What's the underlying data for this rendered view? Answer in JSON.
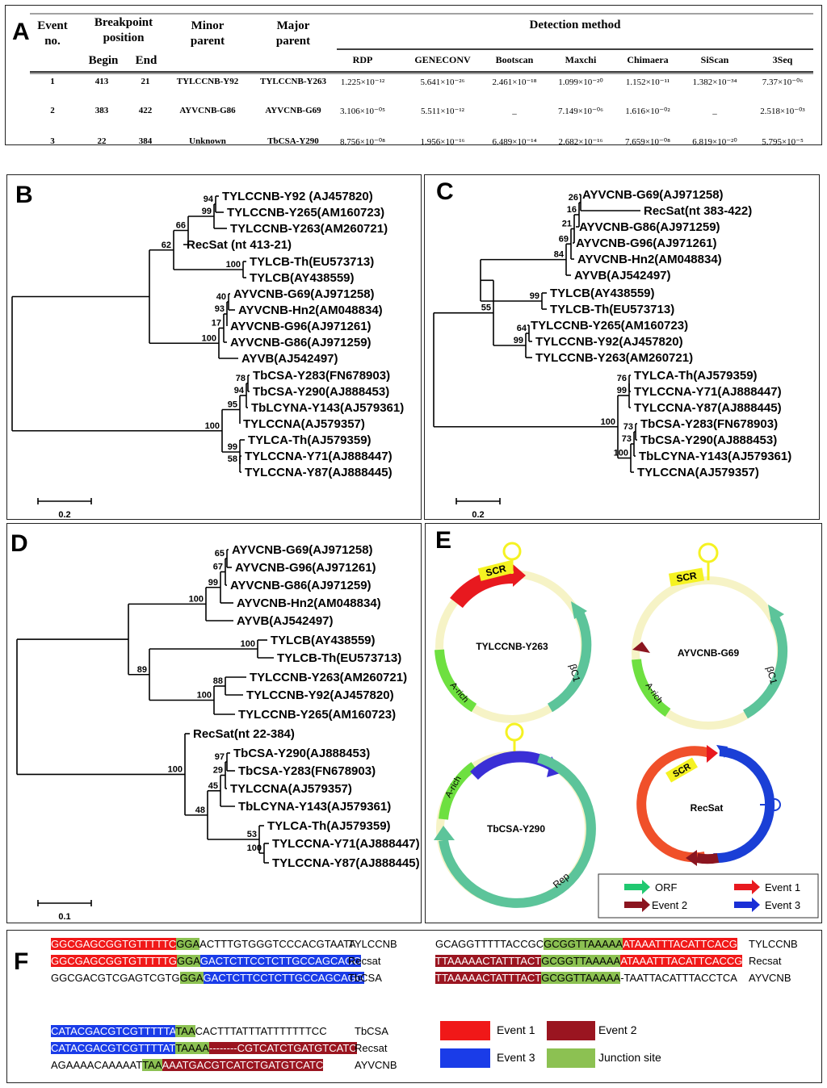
{
  "panels": {
    "a": "A",
    "b": "B",
    "c": "C",
    "d": "D",
    "e": "E",
    "f": "F"
  },
  "table": {
    "h_event": "Event",
    "h_no": "no.",
    "h_bp": "Breakpoint",
    "h_pos": "position",
    "h_begin": "Begin",
    "h_end": "End",
    "h_minor": "Minor",
    "h_major": "Major",
    "h_parent": "parent",
    "h_detect": "Detection method",
    "methods": [
      "RDP",
      "GENECONV",
      "Bootscan",
      "Maxchi",
      "Chimaera",
      "SiScan",
      "3Seq"
    ],
    "rows": [
      [
        "1",
        "413",
        "21",
        "TYLCCNB-Y92",
        "TYLCCNB-Y263",
        "1.225×10⁻¹²",
        "5.641×10⁻²⁶",
        "2.461×10⁻¹⁸",
        "1.099×10⁻²⁰",
        "1.152×10⁻¹¹",
        "1.382×10⁻³⁴",
        "7.37×10⁻⁰⁶"
      ],
      [
        "2",
        "383",
        "422",
        "AYVCNB-G86",
        "AYVCNB-G69",
        "3.106×10⁻⁰⁵",
        "5.511×10⁻¹²",
        "_",
        "7.149×10⁻⁰⁶",
        "1.616×10⁻⁰²",
        "_",
        "2.518×10⁻⁰³"
      ],
      [
        "3",
        "22",
        "384",
        "Unknown",
        "TbCSA-Y290",
        "8.756×10⁻⁰⁸",
        "1.956×10⁻¹⁶",
        "6.489×10⁻¹⁴",
        "2.682×10⁻¹⁶",
        "7.659×10⁻⁰⁸",
        "6.819×10⁻²⁰",
        "5.795×10⁻⁵"
      ]
    ]
  },
  "tree_b": {
    "leaves": [
      "TYLCCNB-Y92 (AJ457820)",
      "TYLCCNB-Y265(AM160723)",
      "TYLCCNB-Y263(AM260721)",
      "RecSat (nt 413-21)",
      "TYLCB-Th(EU573713)",
      "TYLCB(AY438559)",
      "AYVCNB-G69(AJ971258)",
      "AYVCNB-Hn2(AM048834)",
      "AYVCNB-G96(AJ971261)",
      "AYVCNB-G86(AJ971259)",
      "AYVB(AJ542497)",
      "TbCSA-Y283(FN678903)",
      "TbCSA-Y290(AJ888453)",
      "TbLCYNA-Y143(AJ579361)",
      "TYLCCNA(AJ579357)",
      "TYLCA-Th(AJ579359)",
      "TYLCCNA-Y71(AJ888447)",
      "TYLCCNA-Y87(AJ888445)"
    ],
    "support": [
      "94",
      "99",
      "66",
      "62",
      "100",
      "40",
      "93",
      "17",
      "100",
      "78",
      "94",
      "95",
      "100",
      "58",
      "99"
    ],
    "scale": "0.2"
  },
  "tree_c": {
    "leaves": [
      "AYVCNB-G69(AJ971258)",
      "RecSat(nt 383-422)",
      "AYVCNB-G86(AJ971259)",
      "AYVCNB-G96(AJ971261)",
      "AYVCNB-Hn2(AM048834)",
      "AYVB(AJ542497)",
      "TYLCB(AY438559)",
      "TYLCB-Th(EU573713)",
      "TYLCCNB-Y265(AM160723)",
      "TYLCCNB-Y92(AJ457820)",
      "TYLCCNB-Y263(AM260721)",
      "TYLCA-Th(AJ579359)",
      "TYLCCNA-Y71(AJ888447)",
      "TYLCCNA-Y87(AJ888445)",
      "TbCSA-Y283(FN678903)",
      "TbCSA-Y290(AJ888453)",
      "TbLCYNA-Y143(AJ579361)",
      "TYLCCNA(AJ579357)"
    ],
    "support": [
      "26",
      "16",
      "21",
      "69",
      "84",
      "55",
      "99",
      "64",
      "99",
      "76",
      "99",
      "100",
      "73",
      "73",
      "100"
    ],
    "scale": "0.2"
  },
  "tree_d": {
    "leaves": [
      "AYVCNB-G69(AJ971258)",
      "AYVCNB-G96(AJ971261)",
      "AYVCNB-G86(AJ971259)",
      "AYVCNB-Hn2(AM048834)",
      "AYVB(AJ542497)",
      "TYLCB(AY438559)",
      "TYLCB-Th(EU573713)",
      "TYLCCNB-Y263(AM260721)",
      "TYLCCNB-Y92(AJ457820)",
      "TYLCCNB-Y265(AM160723)",
      "RecSat(nt 22-384)",
      "TbCSA-Y290(AJ888453)",
      "TbCSA-Y283(FN678903)",
      "TYLCCNA(AJ579357)",
      "TbLCYNA-Y143(AJ579361)",
      "TYLCA-Th(AJ579359)",
      "TYLCCNA-Y71(AJ888447)",
      "TYLCCNA-Y87(AJ888445)"
    ],
    "support": [
      "65",
      "67",
      "99",
      "100",
      "100",
      "89",
      "88",
      "100",
      "97",
      "29",
      "45",
      "100",
      "48",
      "53",
      "100"
    ],
    "scale": "0.1"
  },
  "maps": {
    "names": [
      "TYLCCNB-Y263",
      "AYVCNB-G69",
      "TbCSA-Y290",
      "RecSat"
    ],
    "scr": "SCR",
    "arich": "A-rich",
    "bc1": "βC1",
    "rep": "Rep",
    "legend": [
      "ORF",
      "Event 1",
      "Event 2",
      "Event 3"
    ],
    "colors": {
      "orf": "#5cc49a",
      "event1": "#e8191f",
      "event2": "#8b1520",
      "event3": "#1a2fd6",
      "arich": "#6ee040",
      "scr": "#f5f222",
      "backbone": "#f6f3c6"
    }
  },
  "seqF": {
    "block1": [
      {
        "name": "TYLCCNB",
        "a": "GGCGAGCGGTGTTTTTC",
        "j": "GGA",
        "b": "ACTTTGTGGGTCCCACGTAATA"
      },
      {
        "name": "Recsat",
        "a": "GGCGAGCGGTGTTTTTG",
        "j": "GGA",
        "b": "GACTCTTCCTCTTGCCAGCAGG"
      },
      {
        "name": "TbCSA",
        "a": "GGCGACGTCGAGTCGTG",
        "j": "GGA",
        "b": "GACTCTTCCTCTTGCCAGCAGG"
      }
    ],
    "block2": [
      {
        "name": "TYLCCNB",
        "a": "GCAGGTTTTTACCGC",
        "j": "GCGGTTAAAAA",
        "b": "ATAAATTTACATTCACG"
      },
      {
        "name": "Recsat",
        "a": "TTAAAAACTATTTACT",
        "j": "GCGGTTAAAAA",
        "b": "ATAAATTTACATTCACCG"
      },
      {
        "name": "AYVCNB",
        "a": "TTAAAAACTATTTACT",
        "j": "GCGGTTAAAAA",
        "b": "-TAATTACATTTACCTCA"
      }
    ],
    "block3": [
      {
        "name": "TbCSA",
        "a": "CATACGACGTCGTTTTTA",
        "j": "TAA",
        "b": "CACTTTATTTATTTTTTTCC"
      },
      {
        "name": "Recsat",
        "a": "CATACGACGTCGTTTTAT",
        "j": "TAAAA",
        "b": "--------CGTCATCTGATGTCATC"
      },
      {
        "name": "AYVCNB",
        "a": "AGAAAACAAAAAT",
        "j": "TAA",
        "b": "AAATGACGTCATCTGATGTCATC"
      }
    ],
    "legend": [
      "Event 1",
      "Event 2",
      "Event 3",
      "Junction site"
    ]
  }
}
